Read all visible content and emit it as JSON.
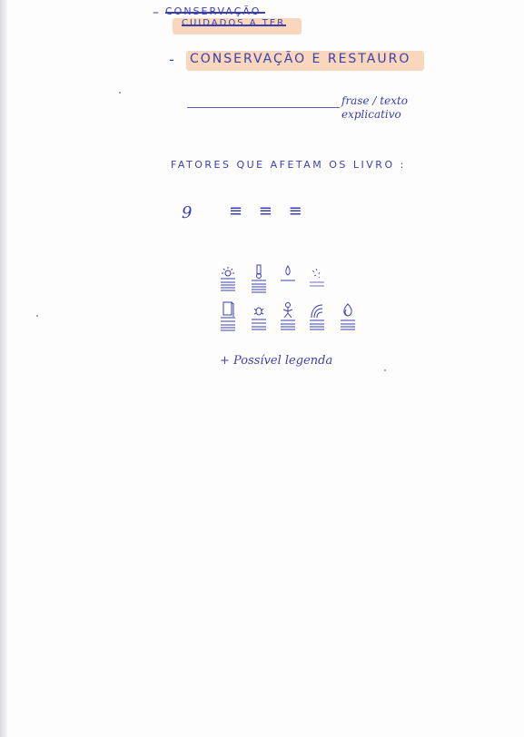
{
  "header": {
    "crossed_title": "CONSERVAÇÃO",
    "crossed_subtitle": "CUIDADOS A TER",
    "title_dash": "-",
    "title": "CONSERVAÇÃO E RESTAURO"
  },
  "intro": {
    "note": "frase / texto explicativo"
  },
  "factors": {
    "heading": "FATORES QUE AFETAM OS LIVRO :",
    "count": "9",
    "count_lines": "≡ ≡ ≡",
    "caption": "+ Possível legenda"
  },
  "icons": [
    "sun-icon",
    "thermometer-icon",
    "drop-icon",
    "mold-icon",
    "book-icon",
    "insect-icon",
    "person-icon",
    "water-icon",
    "fire-icon"
  ],
  "colors": {
    "ink": "#3a3fae",
    "highlight": "#f7c9a6",
    "paper": "#fdfdfd"
  }
}
